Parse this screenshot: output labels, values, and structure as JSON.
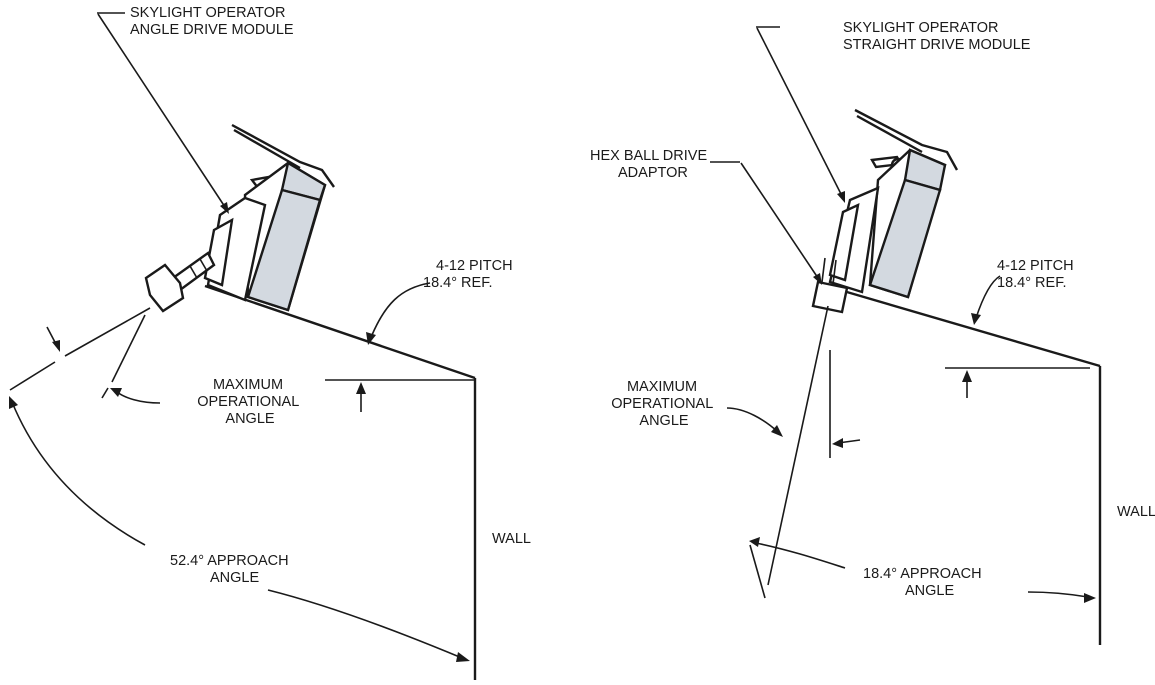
{
  "colors": {
    "line": "#1a1a1a",
    "module_tint": "#d3d9e0",
    "background": "#ffffff"
  },
  "left": {
    "module_label": [
      "SKYLIGHT OPERATOR",
      "ANGLE DRIVE MODULE"
    ],
    "pitch_label": [
      "4-12 PITCH",
      "18.4°    REF."
    ],
    "max_angle_label": [
      "MAXIMUM",
      "OPERATIONAL",
      "ANGLE"
    ],
    "approach_label": [
      "52.4°   APPROACH",
      "ANGLE"
    ],
    "wall_label": "WALL"
  },
  "right": {
    "module_label": [
      "SKYLIGHT OPERATOR",
      "STRAIGHT DRIVE MODULE"
    ],
    "adaptor_label": [
      "HEX BALL DRIVE",
      "ADAPTOR"
    ],
    "pitch_label": [
      "4-12 PITCH",
      "18.4°    REF."
    ],
    "max_angle_label": [
      "MAXIMUM",
      "OPERATIONAL",
      "ANGLE"
    ],
    "approach_label": [
      "18.4°    APPROACH",
      "ANGLE"
    ],
    "wall_label": "WALL"
  }
}
